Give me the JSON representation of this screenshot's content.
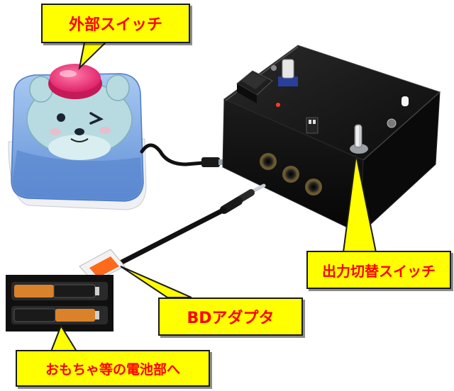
{
  "callouts": {
    "external_switch": "外部スイッチ",
    "output_switch": "出力切替スイッチ",
    "bd_adapter": "BDアダプタ",
    "battery": "おもちゃ等の電池部へ"
  },
  "colors": {
    "callout_fill": "#ffff00",
    "callout_text": "#ff0000",
    "callout_border": "#1a1a1a"
  }
}
